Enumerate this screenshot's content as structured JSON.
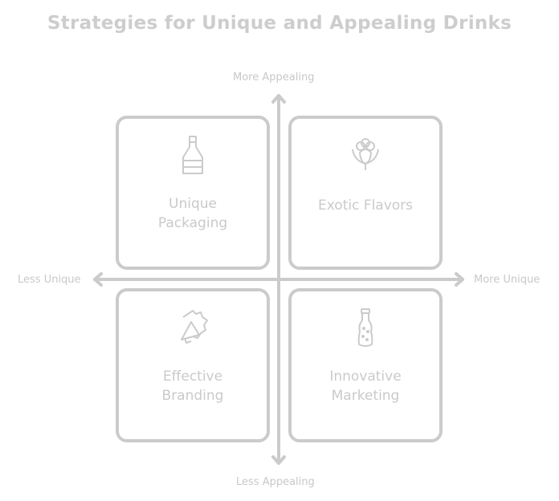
{
  "title": "Strategies for Unique and Appealing Drinks",
  "axes": {
    "top": "More Appealing",
    "bottom": "Less Appealing",
    "left": "Less Unique",
    "right": "More Unique"
  },
  "quadrants": [
    {
      "label_line1": "Unique",
      "label_line2": "Packaging",
      "icon": "bottle-icon"
    },
    {
      "label_line1": "Exotic Flavors",
      "label_line2": "",
      "icon": "flower-icon"
    },
    {
      "label_line1": "Effective",
      "label_line2": "Branding",
      "icon": "megaphone-icon"
    },
    {
      "label_line1": "Innovative",
      "label_line2": "Marketing",
      "icon": "soda-bottle-icon"
    }
  ],
  "colors": {
    "stroke": "#cbcbcb",
    "text": "#cdcdcd"
  }
}
